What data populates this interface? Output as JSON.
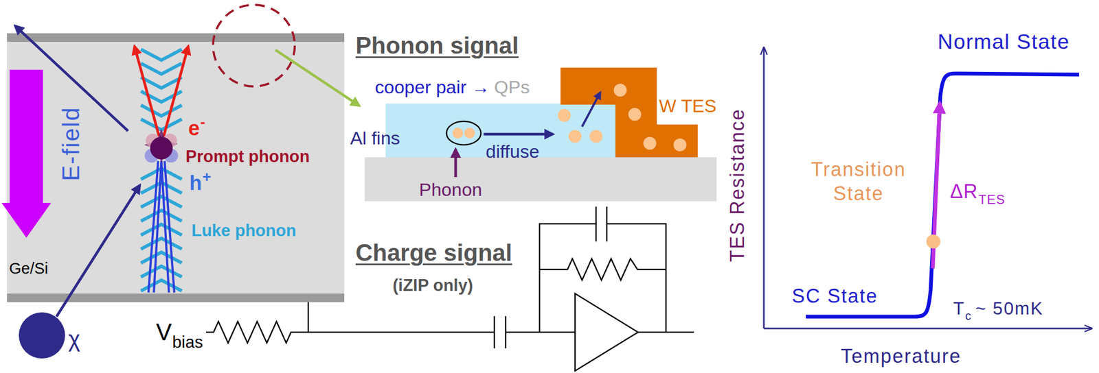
{
  "diagram": {
    "nodes": [
      {
        "text": [
          "Ge/Si"
        ]
      },
      {
        "text": [
          "χ"
        ]
      },
      {
        "text": [
          "Al fins"
        ]
      },
      {
        "text": [
          "W TES"
        ]
      }
    ],
    "labels": [
      "E-field",
      "e",
      "-",
      "Prompt phonon",
      "h",
      "+",
      "Luke phonon",
      "Phonon signal",
      "cooper pair →",
      "QPs",
      "diffuse",
      "Phonon",
      "Charge signal",
      "(iZIP only)",
      "V",
      "bias",
      "TES Resistance",
      "Temperature",
      "Normal State",
      "Transition State",
      "ΔR",
      "TES",
      "SC State",
      "T",
      "c",
      "~ 50mK"
    ]
  }
}
